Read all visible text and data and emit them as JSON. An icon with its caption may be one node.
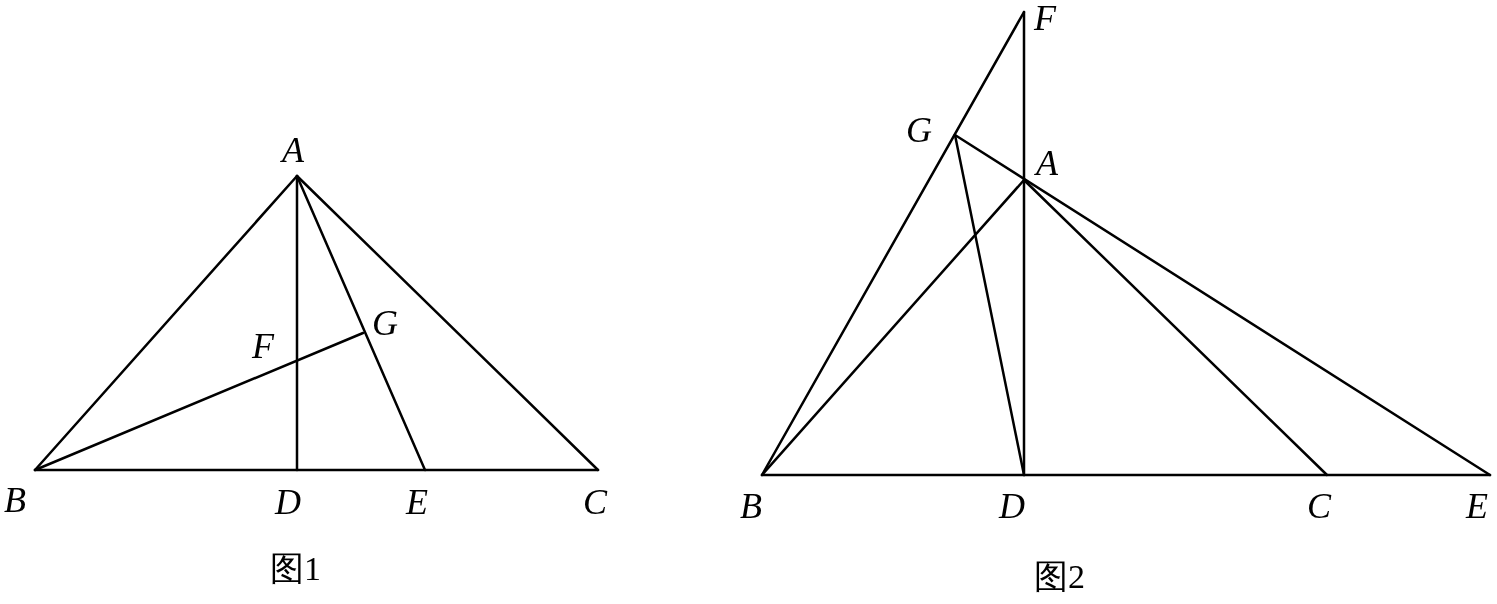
{
  "diagram": {
    "labels": [
      "A",
      "F",
      "G",
      "B",
      "D",
      "E",
      "C",
      "图1",
      "F",
      "G",
      "A",
      "B",
      "D",
      "C",
      "E",
      "图2"
    ]
  }
}
